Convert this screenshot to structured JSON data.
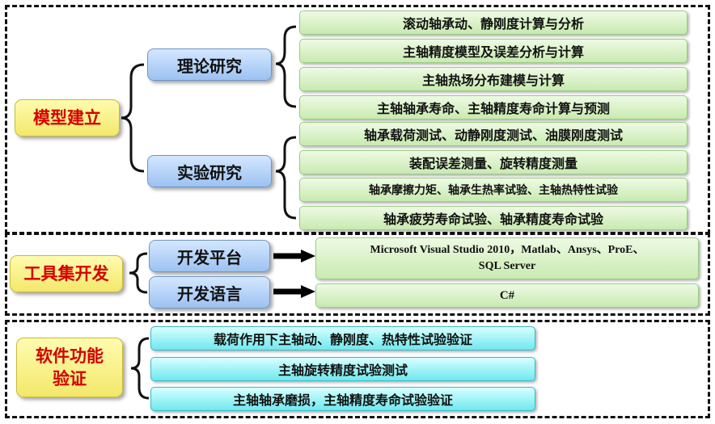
{
  "model_building": {
    "label": "模型建立",
    "theory": {
      "label": "理论研究",
      "items": [
        "滚动轴承动、静刚度计算与分析",
        "主轴精度模型及误差分析与计算",
        "主轴热场分布建模与计算",
        "主轴轴承寿命、主轴精度寿命计算与预测"
      ]
    },
    "experiment": {
      "label": "实验研究",
      "items": [
        "轴承载荷测试、动静刚度测试、油膜刚度测试",
        "装配误差测量、旋转精度测量",
        "轴承摩擦力矩、轴承生热率试验、主轴热特性试验",
        "轴承疲劳寿命试验、轴承精度寿命试验"
      ]
    }
  },
  "toolset_development": {
    "label": "工具集开发",
    "platform": {
      "label": "开发平台",
      "value_line1": "Microsoft Visual Studio 2010，Matlab、Ansys、ProE、",
      "value_line2": "SQL Server"
    },
    "language": {
      "label": "开发语言",
      "value": "C#"
    }
  },
  "software_verification": {
    "label_line1": "软件功能",
    "label_line2": "验证",
    "items": [
      "载荷作用下主轴动、静刚度、热特性试验验证",
      "主轴旋转精度试验测试",
      "主轴轴承磨损，主轴精度寿命试验验证"
    ]
  }
}
